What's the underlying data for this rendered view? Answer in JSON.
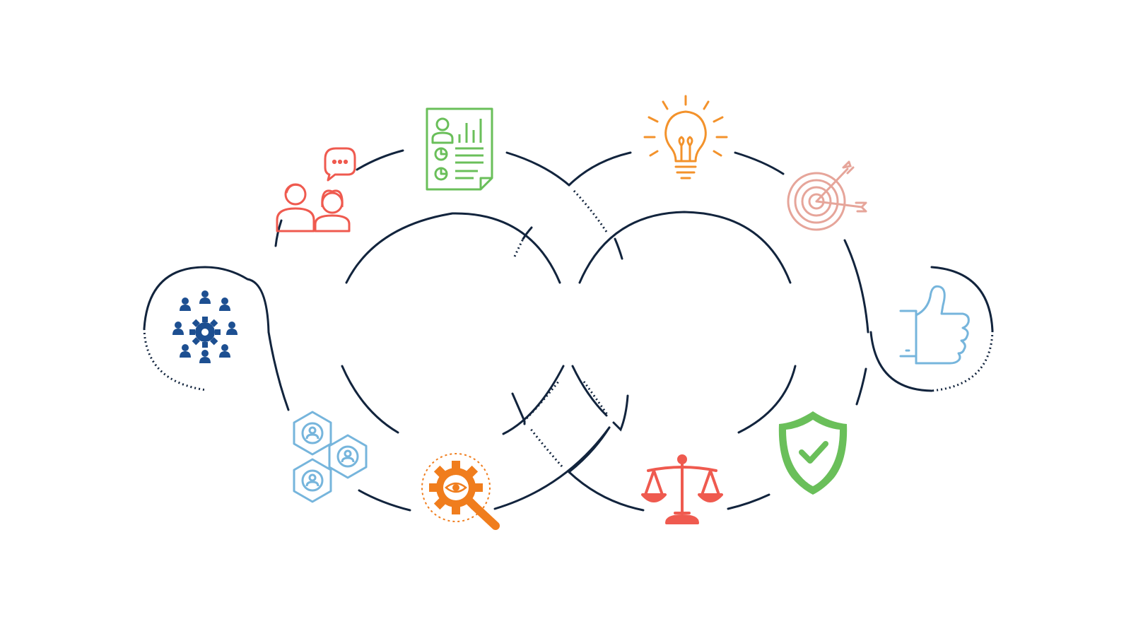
{
  "colors": {
    "ink": "#12243d",
    "team_gear": "#1d4f91",
    "chat_people": "#ef5a4f",
    "report": "#6abf5a",
    "lightbulb": "#f3922b",
    "target": "#e6a59a",
    "thumbs_up": "#76b5dc",
    "hex_people": "#76b5dc",
    "eye_gear": "#f07d1d",
    "scales": "#ef5a4f",
    "shield": "#6abf5a"
  },
  "icons": [
    {
      "id": "team-gear",
      "name": "team-gear-icon"
    },
    {
      "id": "chat-people",
      "name": "people-chat-icon"
    },
    {
      "id": "report",
      "name": "report-document-icon"
    },
    {
      "id": "lightbulb",
      "name": "lightbulb-icon"
    },
    {
      "id": "target",
      "name": "target-arrows-icon"
    },
    {
      "id": "thumbs-up",
      "name": "thumbs-up-icon"
    },
    {
      "id": "hex-people",
      "name": "hexagon-people-icon"
    },
    {
      "id": "eye-gear",
      "name": "gear-eye-magnifier-icon"
    },
    {
      "id": "scales",
      "name": "balance-scales-icon"
    },
    {
      "id": "shield",
      "name": "shield-check-icon"
    }
  ]
}
